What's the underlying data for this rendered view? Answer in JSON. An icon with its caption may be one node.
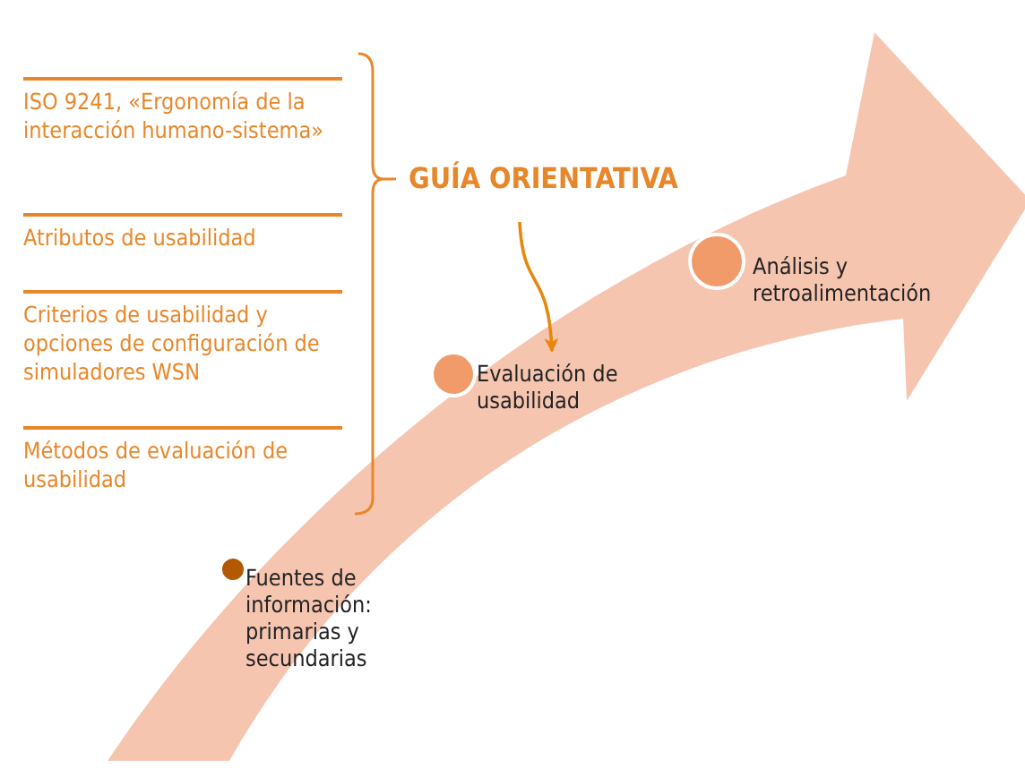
{
  "diagram": {
    "nodes": [
      {
        "text": [
          "GUÍA ORIENTATIVA"
        ]
      },
      {
        "text": [
          "Fuentes de información: primarias y secundarias"
        ]
      },
      {
        "text": [
          "Evaluación de usabilidad"
        ]
      },
      {
        "text": [
          "Análisis y retroalimentación"
        ]
      }
    ],
    "edges": [
      {
        "from": 0,
        "to": 2,
        "arrow": "to"
      }
    ],
    "labels": [
      "ISO 9241, «Ergonomía de la interacción humano-sistema»",
      "Atributos de usabilidad",
      "Criterios de usabilidad y opciones de configuración de simuladores WSN",
      "Métodos de evaluación de usabilidad"
    ]
  }
}
